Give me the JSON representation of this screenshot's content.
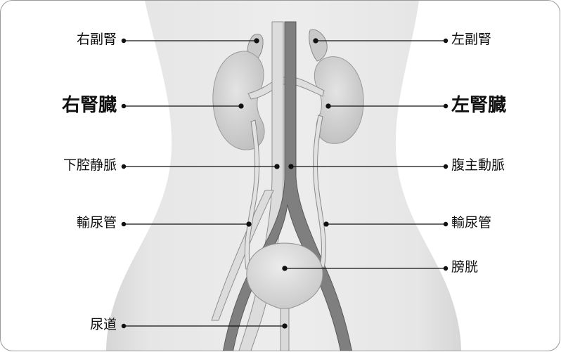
{
  "labels": {
    "right_adrenal": "右副腎",
    "left_adrenal": "左副腎",
    "right_kidney": "右腎臓",
    "left_kidney": "左腎臓",
    "inferior_vena_cava": "下腔静脈",
    "abdominal_aorta": "腹主動脈",
    "right_ureter": "輸尿管",
    "left_ureter": "輸尿管",
    "bladder": "膀胱",
    "urethra": "尿道"
  },
  "colors": {
    "body_fill": "#e8e8e8",
    "organ_fill": "#d6d6d6",
    "vein_fill": "#d9d9d9",
    "artery_fill": "#7f7f7f",
    "leader_line": "#111111"
  }
}
